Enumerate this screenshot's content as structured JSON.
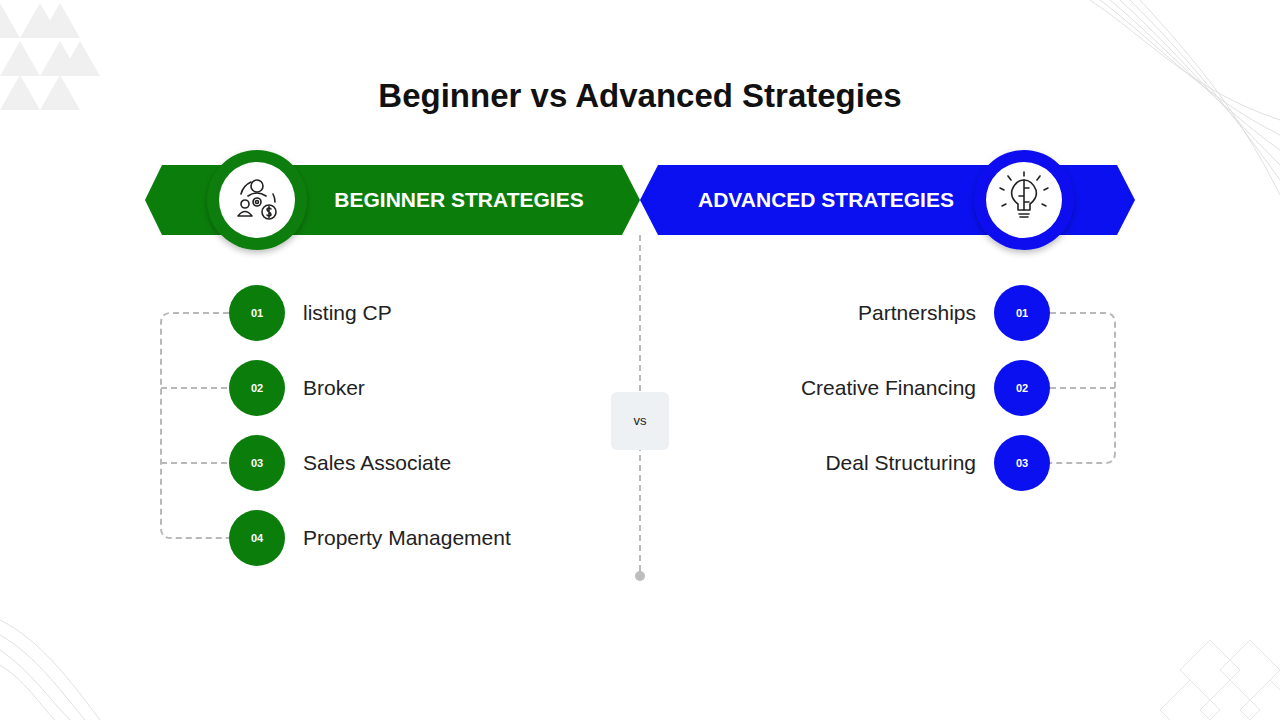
{
  "diagram": {
    "title": "Beginner vs Advanced Strategies",
    "nodes": [
      {
        "text": [
          "BEGINNER STRATEGIES"
        ]
      },
      {
        "text": [
          "01",
          "listing CP"
        ]
      },
      {
        "text": [
          "02",
          "Broker"
        ]
      },
      {
        "text": [
          "03",
          "Sales Associate"
        ]
      },
      {
        "text": [
          "04",
          "Property Management"
        ]
      },
      {
        "text": [
          "vs"
        ]
      },
      {
        "text": [
          "ADVANCED STRATEGIES"
        ]
      },
      {
        "text": [
          "01",
          "Partnerships"
        ]
      },
      {
        "text": [
          "02",
          "Creative Financing"
        ]
      },
      {
        "text": [
          "03",
          "Deal Structuring"
        ]
      }
    ]
  }
}
